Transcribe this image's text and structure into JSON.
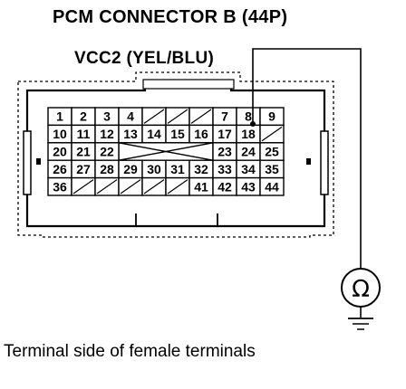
{
  "title": "PCM CONNECTOR B (44P)",
  "wire_label": "VCC2 (YEL/BLU)",
  "caption": "Terminal side of female terminals",
  "meter_symbol": "Ω",
  "rows": [
    [
      "1",
      "2",
      "3",
      "4",
      "",
      "",
      "",
      "7",
      "8",
      "9"
    ],
    [
      "10",
      "11",
      "12",
      "13",
      "14",
      "15",
      "16",
      "17",
      "18",
      ""
    ],
    [
      "20",
      "21",
      "22",
      "",
      "",
      "",
      "",
      "23",
      "24",
      "25"
    ],
    [
      "26",
      "27",
      "28",
      "29",
      "30",
      "31",
      "32",
      "33",
      "34",
      "35"
    ],
    [
      "36",
      "",
      "",
      "",
      "",
      "",
      "41",
      "42",
      "43",
      "44"
    ]
  ]
}
